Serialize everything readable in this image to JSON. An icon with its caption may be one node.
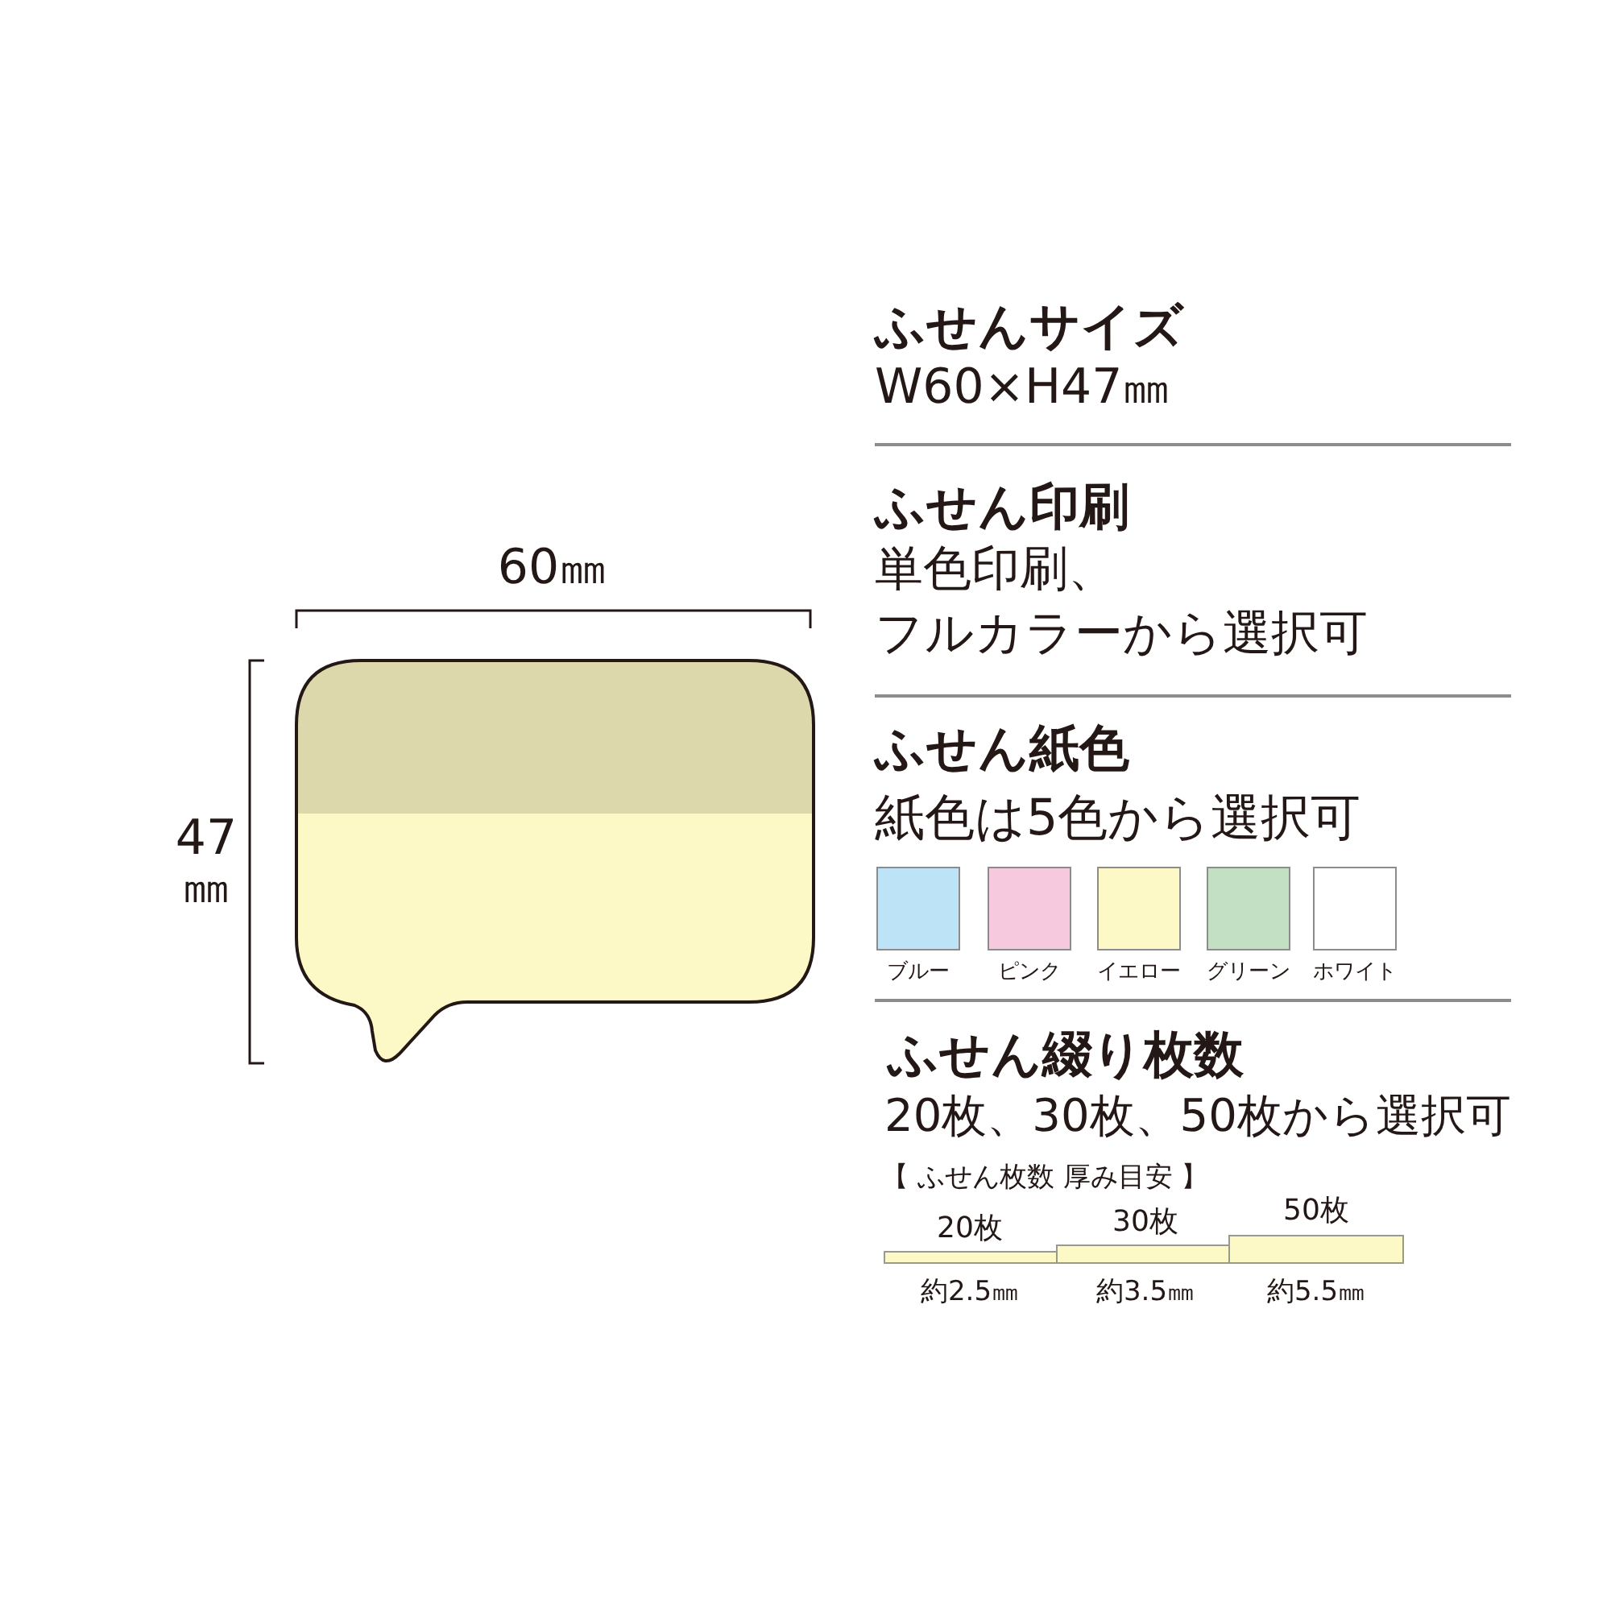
{
  "diagram": {
    "labels": [
      "60㎜",
      "47㎜",
      "ふせんサイズ",
      "W60×H47㎜",
      "ふせん印刷",
      "単色印刷、",
      "フルカラーから選択可",
      "ふせん紙色",
      "紙色は5色から選択可",
      "ふせん綴り枚数",
      "20枚、30枚、50枚から選択可",
      "【 ふせん枚数 厚み目安 】",
      "20枚",
      "30枚",
      "50枚",
      "約2.5㎜",
      "約3.5㎜",
      "約5.5㎜"
    ],
    "legend": [
      {
        "text": "ブルー",
        "color": "#bde3f7"
      },
      {
        "text": "ピンク",
        "color": "#f6c9de"
      },
      {
        "text": "イエロー",
        "color": "#fdf9c6"
      },
      {
        "text": "グリーン",
        "color": "#c3e0c4"
      },
      {
        "text": "ホワイト",
        "color": "#ffffff"
      }
    ]
  }
}
